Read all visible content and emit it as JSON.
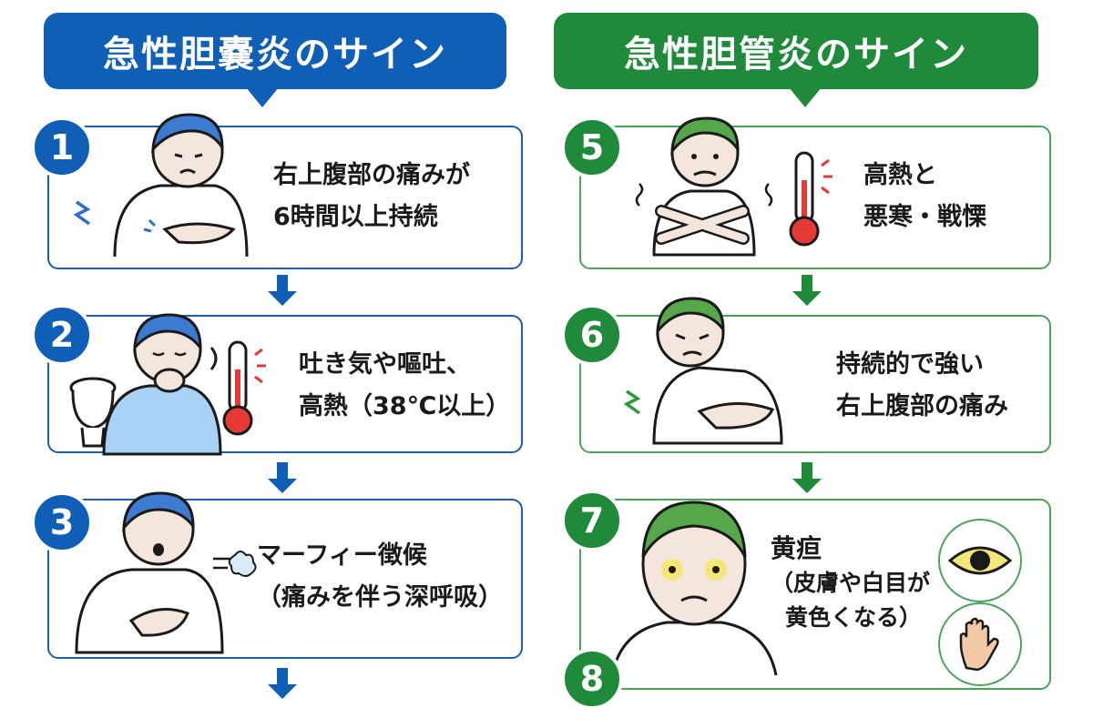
{
  "left": {
    "title": "急性胆嚢炎のサイン",
    "color": "#0e5fb5",
    "steps": [
      {
        "number": "1",
        "lines": [
          "右上腹部の痛みが",
          "6時間以上持続"
        ]
      },
      {
        "number": "2",
        "lines": [
          "吐き気や嘔吐、",
          "高熱（38℃以上）"
        ]
      },
      {
        "number": "3",
        "lines": [
          "マーフィー徴候",
          "（痛みを伴う深呼吸）"
        ]
      }
    ]
  },
  "right": {
    "title": "急性胆管炎のサイン",
    "color": "#1f8a3a",
    "steps": [
      {
        "number": "5",
        "lines": [
          "高熱と",
          "悪寒・戦慄"
        ]
      },
      {
        "number": "6",
        "lines": [
          "持続的で強い",
          "右上腹部の痛み"
        ]
      },
      {
        "number": "7",
        "lines": [
          "黄疸",
          "（皮膚や白目が",
          "黄色くなる）"
        ]
      },
      {
        "number": "8",
        "lines": []
      }
    ]
  },
  "icons": [
    "pain-person-icon",
    "toilet-icon",
    "thermometer-icon",
    "breath-icon",
    "shivering-person-icon",
    "eye-icon",
    "hand-icon"
  ]
}
